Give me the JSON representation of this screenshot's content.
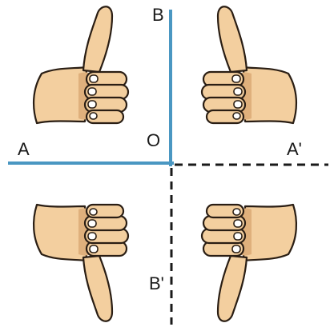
{
  "labels": {
    "a": "A",
    "o": "O",
    "b": "B",
    "a_prime": "A'",
    "b_prime": "B'"
  },
  "hands": [
    {
      "id": "top-left",
      "gesture": "thumbs-up"
    },
    {
      "id": "top-right",
      "gesture": "thumbs-up"
    },
    {
      "id": "bottom-left",
      "gesture": "thumbs-down"
    },
    {
      "id": "bottom-right",
      "gesture": "thumbs-down"
    }
  ],
  "colors": {
    "axis_solid": "#4a97c2",
    "axis_dashed": "#1a1a1a",
    "skin": "#f3cf9f",
    "skin_shade": "#dfb07c",
    "nail": "#ffffff",
    "outline": "#2a1e14"
  }
}
